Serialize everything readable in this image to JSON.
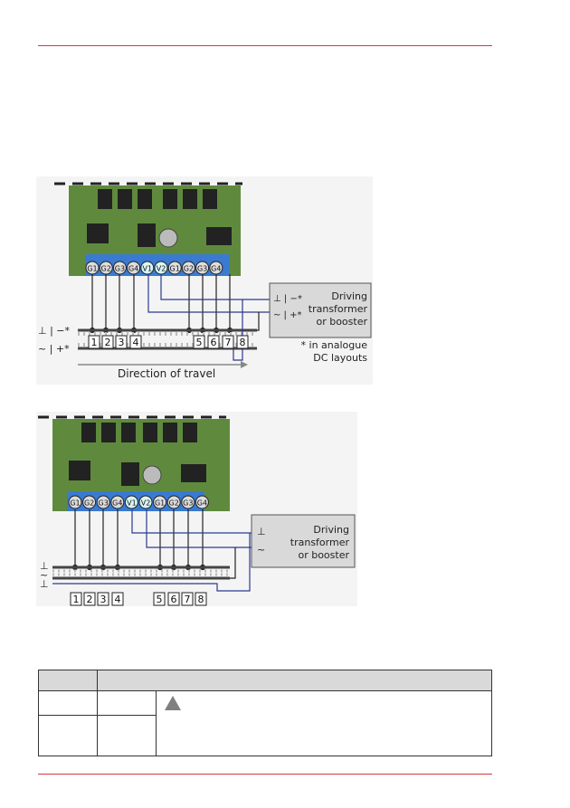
{
  "figure1": {
    "terminals": [
      "G1",
      "G2",
      "G3",
      "G4",
      "V1",
      "V2",
      "G1",
      "G2",
      "G3",
      "G4"
    ],
    "track_sections": [
      "1",
      "2",
      "3",
      "4",
      "5",
      "6",
      "7",
      "8"
    ],
    "rail_label_top": "⊥ | −*",
    "rail_label_bottom": "~ | +*",
    "box_label_top": "⊥ | −*",
    "box_label_bottom": "~ | +*",
    "box_text": [
      "Driving",
      "transformer",
      "or booster"
    ],
    "footnote": [
      "* in analogue",
      "DC layouts"
    ],
    "direction": "Direction of travel"
  },
  "figure2": {
    "terminals": [
      "G1",
      "G2",
      "G3",
      "G4",
      "V1",
      "V2",
      "G1",
      "G2",
      "G3",
      "G4"
    ],
    "track_sections": [
      "1",
      "2",
      "3",
      "4",
      "5",
      "6",
      "7",
      "8"
    ],
    "rail_labels": [
      "⊥",
      "~",
      "⊥"
    ],
    "box_label_top": "⊥",
    "box_label_bottom": "~",
    "box_text": [
      "Driving",
      "transformer",
      "or booster"
    ]
  },
  "colors": {
    "accent": "#d9363e",
    "wire": "#2b3a8f",
    "pcb": "#5f8a3e",
    "terminal": "#3a7ad0",
    "box": "#d9d9d9"
  }
}
